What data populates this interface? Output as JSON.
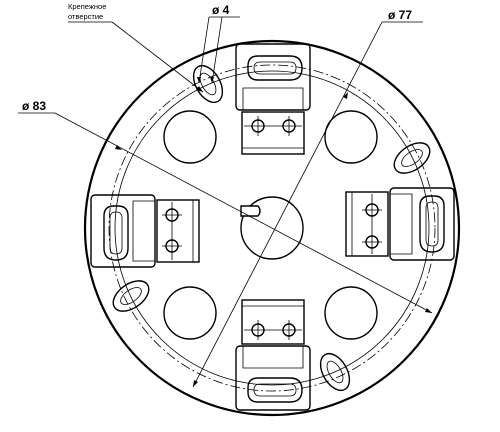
{
  "drawing": {
    "mount_hole_label_line1": "Крепежное",
    "mount_hole_label_line2": "отверстие",
    "dim_hole": "ø 4",
    "dim_outer": "ø 77",
    "dim_pcd": "ø 83"
  }
}
